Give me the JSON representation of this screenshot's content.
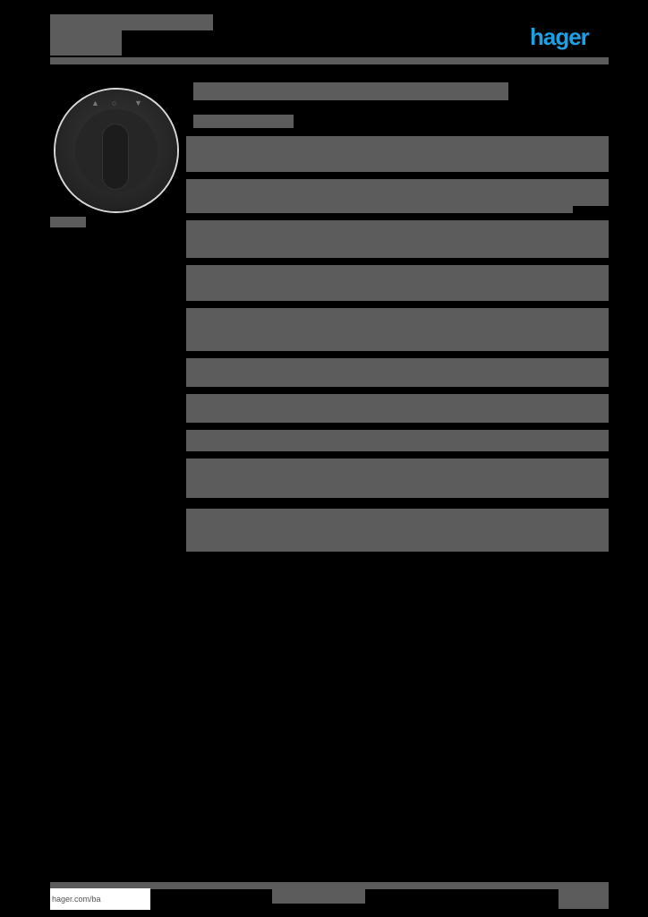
{
  "header": {
    "logo": "hager"
  },
  "footer": {
    "url": "hager.com/ba"
  },
  "product_image": {
    "icon": "rotary-knob-icon",
    "symbols": [
      "up-triangle",
      "circle",
      "down-triangle"
    ]
  },
  "colors": {
    "brand": "#1ea0e6",
    "redaction_block": "#5b5c5b",
    "background": "#000000"
  }
}
